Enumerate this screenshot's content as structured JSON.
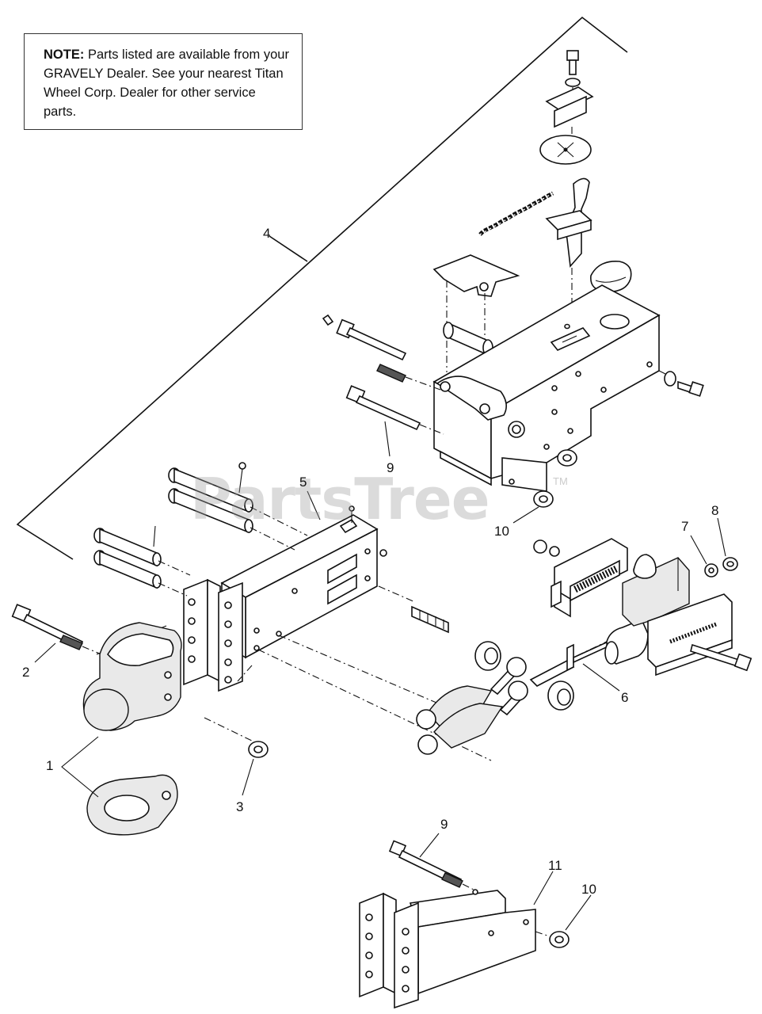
{
  "note": {
    "heading": "NOTE:",
    "body": "Parts listed are available from your GRAVELY Dealer. See your nearest Titan Wheel Corp. Dealer for other service parts."
  },
  "watermark": {
    "text": "PartsTree",
    "trademark": "TM"
  },
  "callouts": [
    {
      "id": "4",
      "label": "4"
    },
    {
      "id": "9a",
      "label": "9"
    },
    {
      "id": "5",
      "label": "5"
    },
    {
      "id": "10a",
      "label": "10"
    },
    {
      "id": "7",
      "label": "7"
    },
    {
      "id": "8",
      "label": "8"
    },
    {
      "id": "2",
      "label": "2"
    },
    {
      "id": "6",
      "label": "6"
    },
    {
      "id": "1",
      "label": "1"
    },
    {
      "id": "3",
      "label": "3"
    },
    {
      "id": "9b",
      "label": "9"
    },
    {
      "id": "11",
      "label": "11"
    },
    {
      "id": "10b",
      "label": "10"
    }
  ]
}
